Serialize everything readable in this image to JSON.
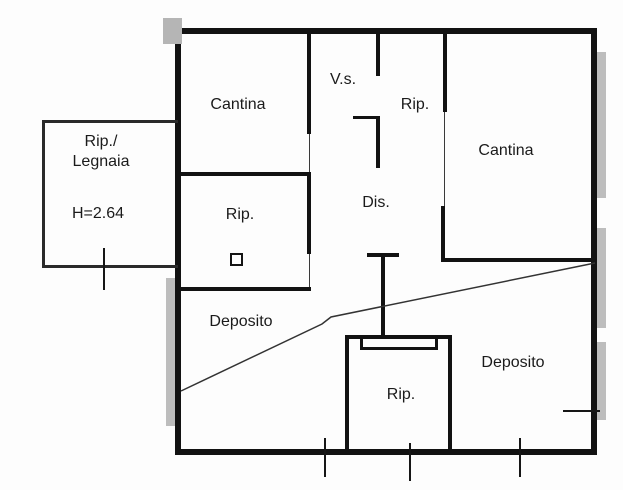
{
  "plan": {
    "type": "floor-plan",
    "rooms": {
      "annex": {
        "line1": "Rip./",
        "line2": "Legnaia",
        "height_note": "H=2.64"
      },
      "cantina_left": "Cantina",
      "vano_scala": "V.s.",
      "rip_top": "Rip.",
      "cantina_right": "Cantina",
      "rip_mid": "Rip.",
      "disimpegno": "Dis.",
      "deposito_left": "Deposito",
      "rip_bottom": "Rip.",
      "deposito_right": "Deposito"
    },
    "colors": {
      "wall": "#121212",
      "hatch": "#bdbdbd",
      "line": "#333333",
      "background": "#fdfdfd",
      "text": "#1b1b1b"
    }
  }
}
